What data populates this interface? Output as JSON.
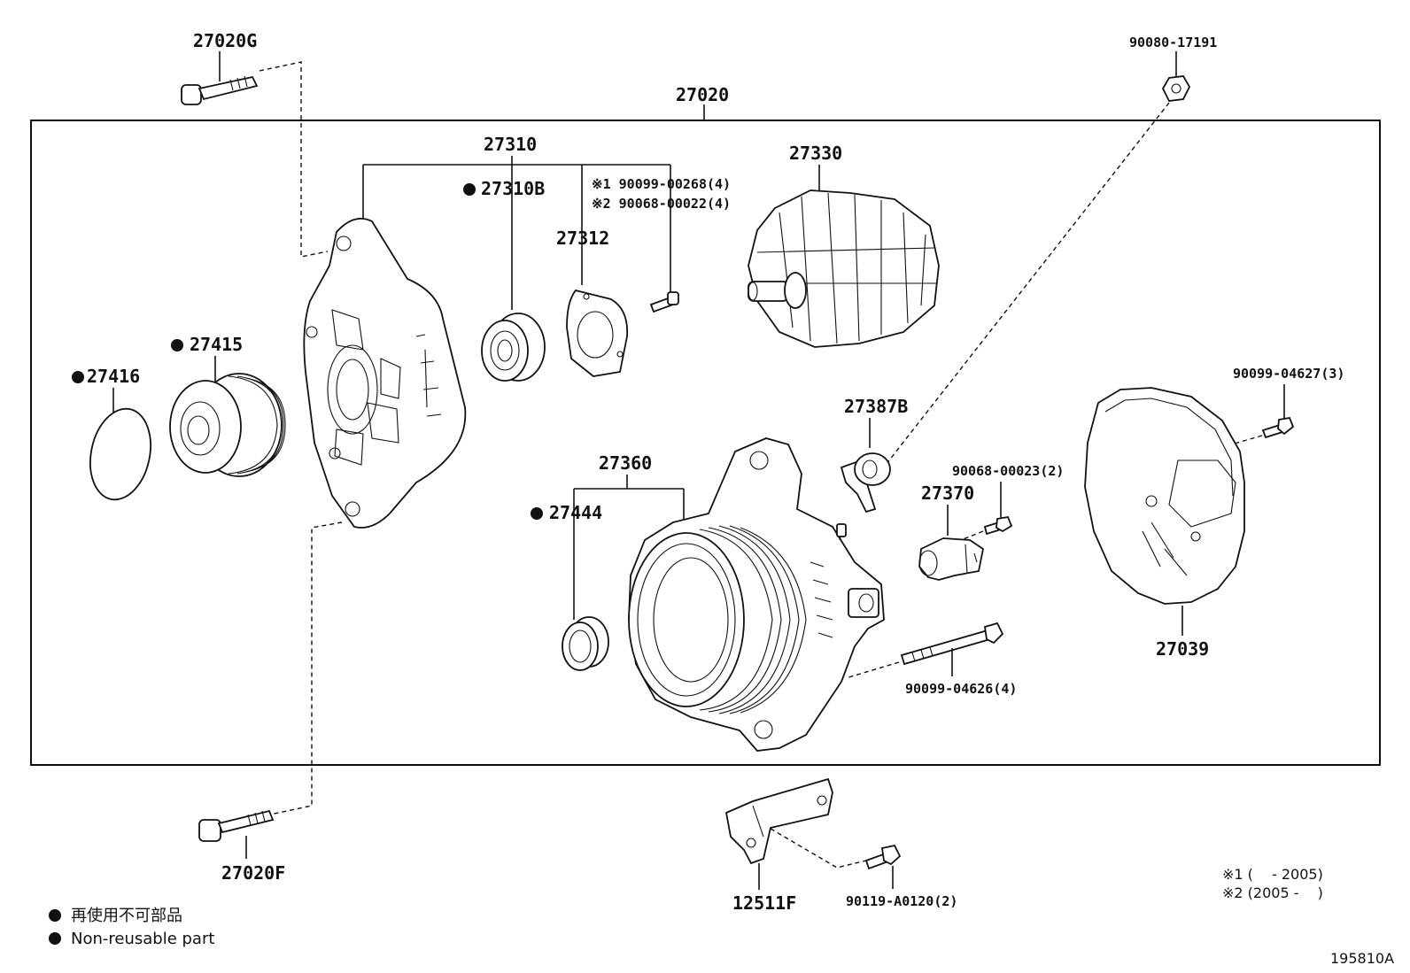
{
  "diagram_code": "195810A",
  "assembly_label": "27020",
  "labels": {
    "p27020G": "27020G",
    "p90080_17191": "90080-17191",
    "p27310": "27310",
    "p27310B": "27310B",
    "note1_part": "※1 90099-00268(4)",
    "note2_part": "※2 90068-00022(4)",
    "p27312": "27312",
    "p27330": "27330",
    "p27415": "27415",
    "p27416": "27416",
    "p90099_04627": "90099-04627(3)",
    "p27387B": "27387B",
    "p90068_00023": "90068-00023(2)",
    "p27370": "27370",
    "p27360": "27360",
    "p27444": "27444",
    "p27039": "27039",
    "p90099_04626": "90099-04626(4)",
    "p27020F": "27020F",
    "p12511F": "12511F",
    "p90119_A0120": "90119-A0120(2)"
  },
  "notes": {
    "note1": "※1 (　 - 2005)",
    "note2": "※2 (2005 -　 )"
  },
  "legend": {
    "jp": "再使用不可部品",
    "en": "Non-reusable part"
  }
}
